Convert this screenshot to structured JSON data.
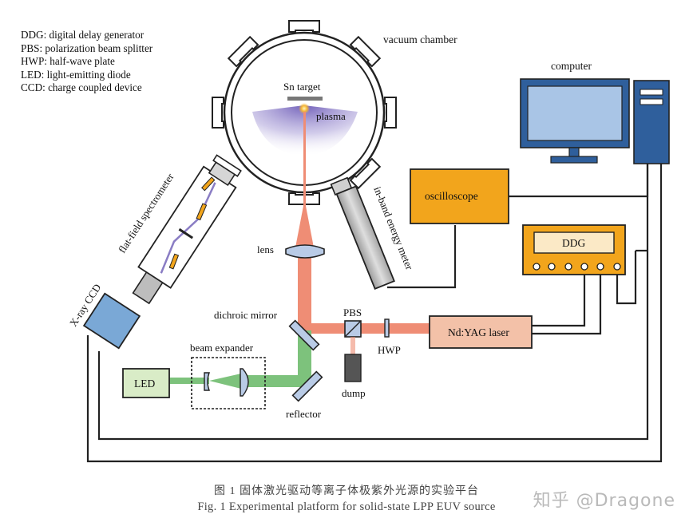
{
  "legend": [
    "DDG: digital delay generator",
    "PBS: polarization beam splitter",
    "HWP: half-wave plate",
    "LED: light-emitting diode",
    "CCD: charge coupled device"
  ],
  "labels": {
    "vacuum_chamber": "vacuum chamber",
    "sn_target": "Sn target",
    "plasma": "plasma",
    "computer": "computer",
    "oscilloscope": "oscilloscope",
    "energy_meter": "in-band energy meter",
    "flat_field": "flat-field spectrometer",
    "xray_ccd": "X-ray CCD",
    "lens": "lens",
    "ddg": "DDG",
    "dichroic": "dichroic mirror",
    "pbs": "PBS",
    "laser": "Nd:YAG laser",
    "hwp": "HWP",
    "beam_expander": "beam expander",
    "led": "LED",
    "dump": "dump",
    "reflector": "reflector"
  },
  "caption": {
    "cn": "图 1    固体激光驱动等离子体极紫外光源的实验平台",
    "en": "Fig. 1    Experimental platform for solid-state LPP EUV source"
  },
  "watermark": "知乎 @Dragone",
  "colors": {
    "laser_beam": "#ef8d75",
    "led_beam": "#7dc27c",
    "box_orange": "#f2a51c",
    "box_laser": "#f3c1a8",
    "box_led": "#d9ecc7",
    "monitor_blue": "#2f5f9c",
    "screen_blue": "#a9c5e6",
    "plasma_purple": "#8a7dc4"
  }
}
